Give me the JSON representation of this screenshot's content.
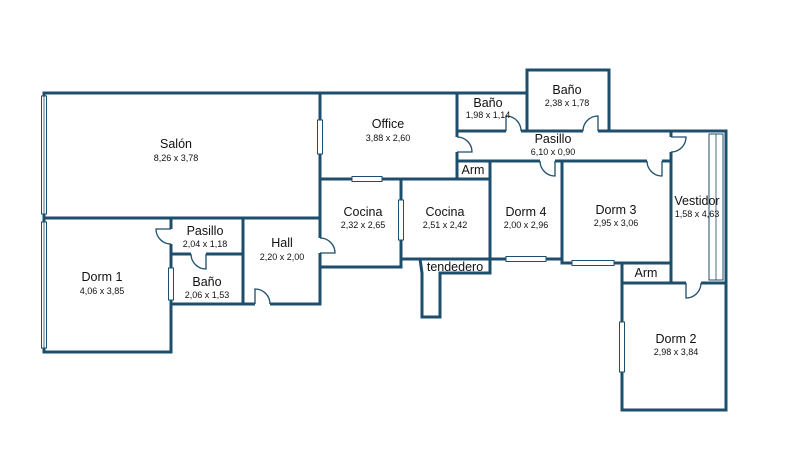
{
  "rooms": {
    "salon": {
      "name": "Salón",
      "dim": "8,26 x 3,78"
    },
    "office": {
      "name": "Office",
      "dim": "3,88 x 2,60"
    },
    "bano_top": {
      "name": "Baño",
      "dim": "1,98 x 1,14"
    },
    "bano_right": {
      "name": "Baño",
      "dim": "2,38 x 1,78"
    },
    "pasillo_top": {
      "name": "Pasillo",
      "dim": "6,10 x 0,90"
    },
    "arm_1": {
      "name": "Arm"
    },
    "vestidor": {
      "name": "Vestidor",
      "dim": "1,58 x 4,63"
    },
    "cocina_1": {
      "name": "Cocina",
      "dim": "2,32 x 2,65"
    },
    "cocina_2": {
      "name": "Cocina",
      "dim": "2,51 x 2,42"
    },
    "dorm_4": {
      "name": "Dorm 4",
      "dim": "2,00 x 2,96"
    },
    "dorm_3": {
      "name": "Dorm 3",
      "dim": "2,95 x 3,06"
    },
    "pasillo_left": {
      "name": "Pasillo",
      "dim": "2,04 x 1,18"
    },
    "hall": {
      "name": "Hall",
      "dim": "2,20 x 2,00"
    },
    "dorm_1": {
      "name": "Dorm 1",
      "dim": "4,06 x 3,85"
    },
    "bano_left": {
      "name": "Baño",
      "dim": "2,06 x 1,53"
    },
    "tendedero": {
      "name": "tendedero"
    },
    "arm_2": {
      "name": "Arm"
    },
    "dorm_2": {
      "name": "Dorm 2",
      "dim": "2,98 x 3,84"
    }
  },
  "colors": {
    "wall": "#1d4e6b",
    "background": "#ffffff",
    "text": "#111111"
  }
}
